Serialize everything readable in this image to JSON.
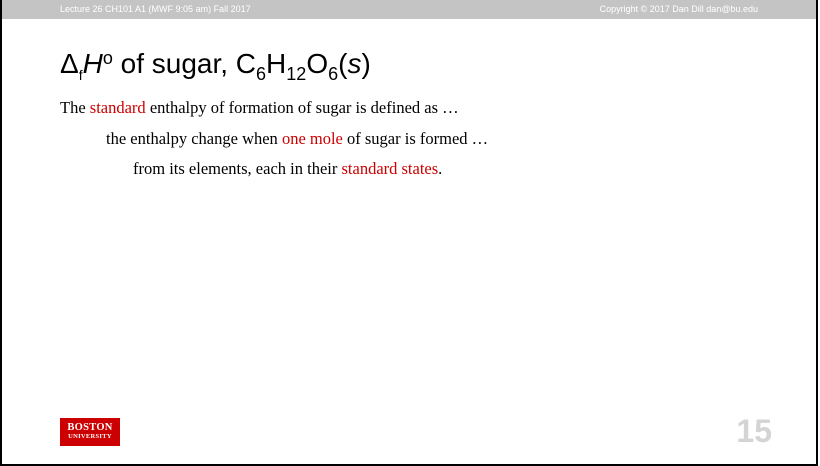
{
  "header": {
    "left_text": "Lecture 26 CH101 A1 (MWF 9:05 am) Fall 2017",
    "right_text": "Copyright © 2017 Dan Dill dan@bu.edu"
  },
  "title": {
    "delta": "Δ",
    "sub_f": "f",
    "h": "H",
    "sup_o": "o",
    "of_sugar": " of sugar, C",
    "sub_6a": "6",
    "h2": "H",
    "sub_12": "12",
    "o": "O",
    "sub_6b": "6",
    "paren_open": "(",
    "state": "s",
    "paren_close": ")"
  },
  "body": {
    "line1": {
      "pre": "The ",
      "highlight": "standard",
      "post": " enthalpy of formation of sugar is defined as …"
    },
    "line2": {
      "pre": "the enthalpy change when ",
      "highlight": "one mole",
      "post": " of sugar is formed …"
    },
    "line3": {
      "pre": "from its elements, each in their ",
      "highlight": "standard states",
      "post": "."
    }
  },
  "logo": {
    "line1": "BOSTON",
    "line2": "UNIVERSITY"
  },
  "page_number": "15",
  "colors": {
    "header_bar": "#c4c4c4",
    "highlight": "#cc0000",
    "logo_bg": "#cc0000",
    "page_number": "#d4d4d4"
  }
}
